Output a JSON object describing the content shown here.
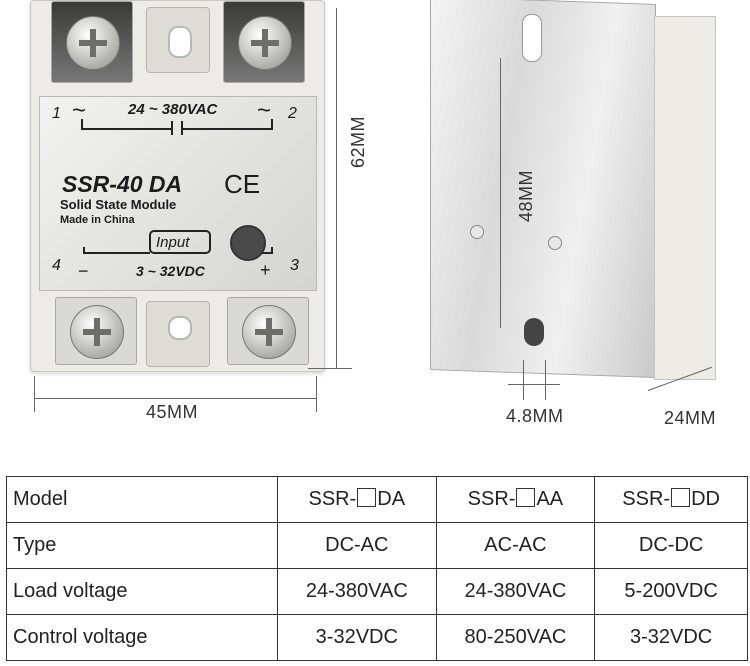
{
  "front_module": {
    "term1": "1",
    "term2": "2",
    "term3": "3",
    "term4": "4",
    "tilde_left": "~",
    "tilde_right": "~",
    "load_voltage_label": "24 ~ 380VAC",
    "model": "SSR-40 DA",
    "description": "Solid State Module",
    "origin": "Made in China",
    "ce_mark": "CE",
    "input_label": "Input",
    "minus": "−",
    "plus": "+",
    "control_voltage_label": "3 ~ 32VDC"
  },
  "dimensions": {
    "height": "62MM",
    "width": "45MM",
    "hole_spacing": "48MM",
    "slot_width": "4.8MM",
    "depth": "24MM"
  },
  "table": {
    "headers": [
      "Model",
      "Type",
      "Load voltage",
      "Control voltage"
    ],
    "columns": [
      {
        "model_prefix": "SSR-",
        "model_suffix": "DA",
        "type": "DC-AC",
        "load": "24-380VAC",
        "control": "3-32VDC"
      },
      {
        "model_prefix": "SSR-",
        "model_suffix": "AA",
        "type": "AC-AC",
        "load": "24-380VAC",
        "control": "80-250VAC"
      },
      {
        "model_prefix": "SSR-",
        "model_suffix": "DD",
        "type": "DC-DC",
        "load": "5-200VDC",
        "control": "3-32VDC"
      }
    ]
  },
  "colors": {
    "led": "#4a4a4a",
    "body": "#ecebe7",
    "plate": "#d9d9d9"
  }
}
